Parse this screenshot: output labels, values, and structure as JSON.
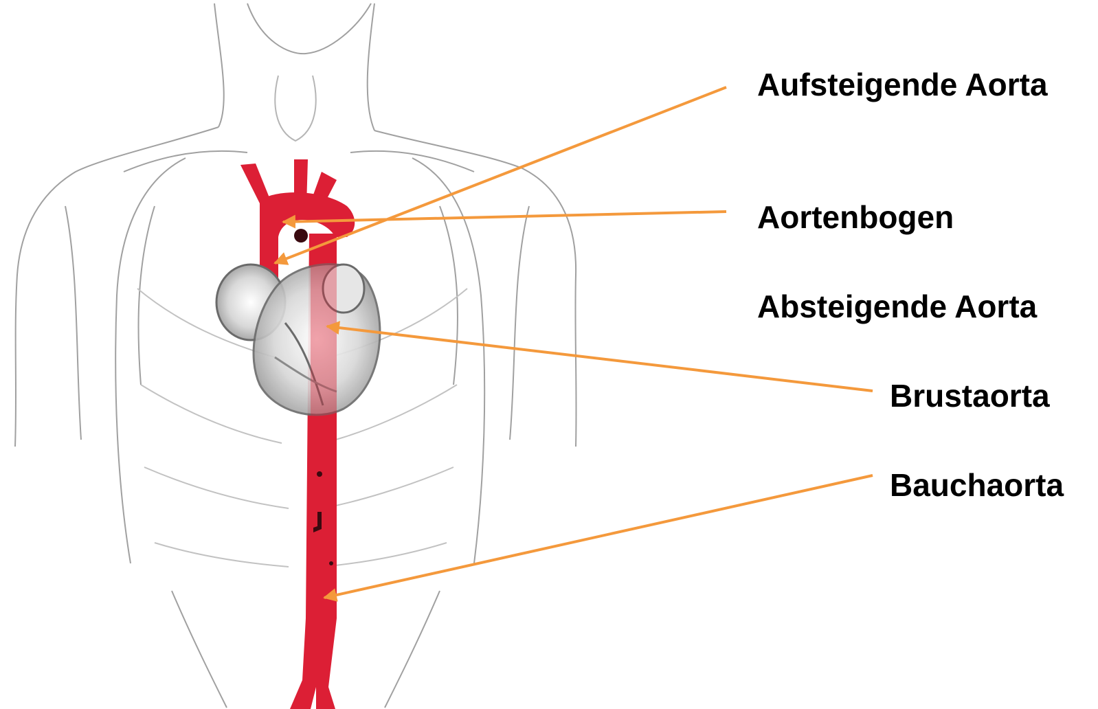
{
  "labels": {
    "aufsteigende_aorta": "Aufsteigende Aorta",
    "aortenbogen": "Aortenbogen",
    "absteigende_aorta": "Absteigende Aorta",
    "brustaorta": "Brustaorta",
    "bauchaorta": "Bauchaorta"
  },
  "colors": {
    "aorta": "#dc1f35",
    "arrow": "#f4993c",
    "sketch": "#9a9a9a",
    "text": "#000000"
  }
}
